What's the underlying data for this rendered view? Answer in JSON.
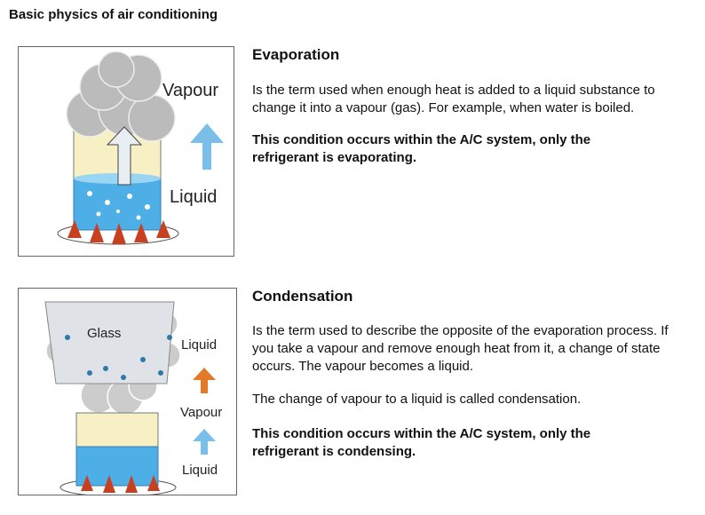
{
  "title": "Basic physics of air conditioning",
  "evaporation": {
    "heading": "Evaporation",
    "body": "Is the term used when enough heat is added to a liquid substance to change it into a vapour (gas). For example, when water is boiled.",
    "note": "This condition occurs within the A/C system, only the refrigerant is evaporating.",
    "figure": {
      "top_label": "Vapour",
      "bottom_label": "Liquid",
      "arrow_color": "#79bfea"
    }
  },
  "condensation": {
    "heading": "Condensation",
    "body": "Is the term used to describe the opposite of the evaporation process. If you take a vapour and remove enough heat from it, a change of state occurs. The vapour becomes a liquid.",
    "body2": "The change of vapour to a liquid is called condensation.",
    "note": "This condition occurs within the A/C system, only the refrigerant is condensing.",
    "figure": {
      "glass_label": "Glass",
      "top_label": "Liquid",
      "middle_label": "Vapour",
      "bottom_label": "Liquid",
      "upper_arrow_color": "#e27a2a",
      "lower_arrow_color": "#79bfea"
    }
  }
}
